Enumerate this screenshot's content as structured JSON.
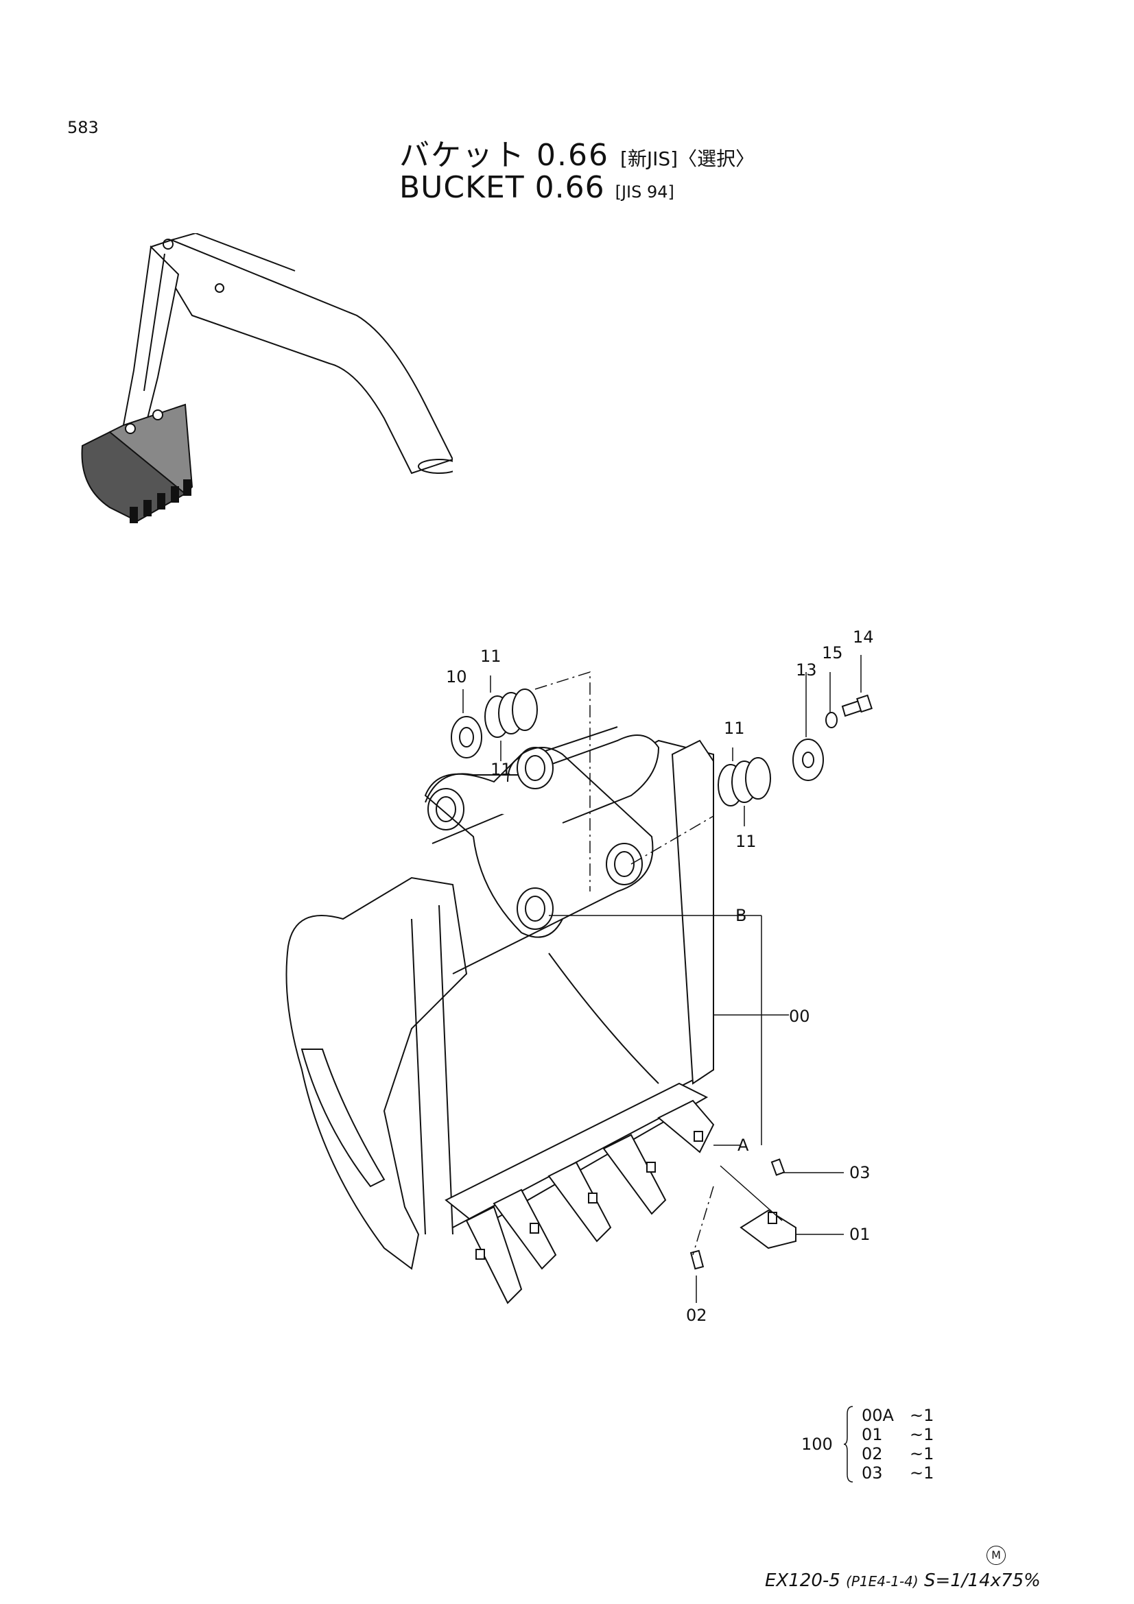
{
  "page_number": "583",
  "title": {
    "jp_main": "バケット 0.66",
    "jp_note": "[新JIS]〈選択〉",
    "en_main": "BUCKET 0.66",
    "en_note": "[JIS 94]"
  },
  "callouts": {
    "c10": "10",
    "c11a": "11",
    "c11b": "11",
    "c11c": "11",
    "c11d": "11",
    "c13": "13",
    "c14": "14",
    "c15": "15",
    "cB": "B",
    "c00": "00",
    "cA": "A",
    "c03": "03",
    "c01": "01",
    "c02": "02"
  },
  "kit": {
    "qty": "100",
    "rows": [
      {
        "code": "00A",
        "qty": "~1"
      },
      {
        "code": "01",
        "qty": "~1"
      },
      {
        "code": "02",
        "qty": "~1"
      },
      {
        "code": "03",
        "qty": "~1"
      }
    ]
  },
  "footer": {
    "model": "EX120-5",
    "part_ref": "(P1E4-1-4)",
    "scale": "S=1/14x75%",
    "stamp": "M"
  }
}
